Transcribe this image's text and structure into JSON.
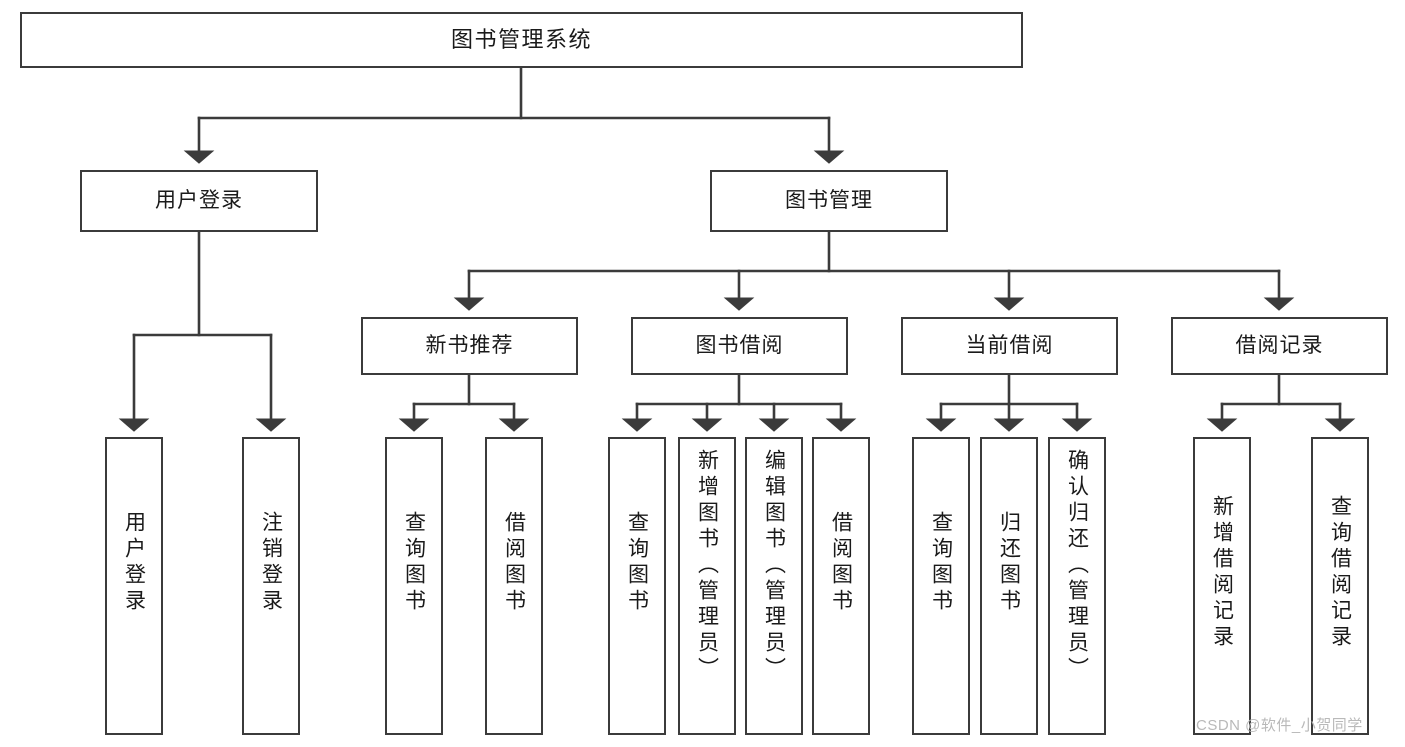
{
  "diagram": {
    "type": "tree",
    "title": "图书管理系统",
    "watermark": "CSDN @软件_小贺同学",
    "colors": {
      "node_border": "#3b3b3b",
      "node_fill": "#ffffff",
      "connector": "#3b3b3b",
      "text": "#1a1a1a",
      "background": "#ffffff",
      "watermark": "#b9b9b9"
    },
    "levels": [
      {
        "level": 1,
        "nodes": [
          "图书管理系统"
        ]
      },
      {
        "level": 2,
        "nodes": [
          "用户登录",
          "图书管理"
        ]
      },
      {
        "level": 3,
        "nodes": [
          "新书推荐",
          "图书借阅",
          "当前借阅",
          "借阅记录"
        ]
      },
      {
        "level": 4,
        "nodes": [
          "用户登录",
          "注销登录",
          "查询图书",
          "借阅图书",
          "查询图书",
          "新增图书（管理员）",
          "编辑图书（管理员）",
          "借阅图书",
          "查询图书",
          "归还图书",
          "确认归还（管理员）",
          "新增借阅记录",
          "查询借阅记录"
        ]
      }
    ],
    "nodes": {
      "root": {
        "label": "图书管理系统"
      },
      "user_login": {
        "label": "用户登录"
      },
      "book_manage": {
        "label": "图书管理"
      },
      "new_book_rec": {
        "label": "新书推荐"
      },
      "book_borrow": {
        "label": "图书借阅"
      },
      "current_borrow": {
        "label": "当前借阅"
      },
      "borrow_record": {
        "label": "借阅记录"
      },
      "leaf_user_login": {
        "label": "用户登录"
      },
      "leaf_logout": {
        "label": "注销登录"
      },
      "leaf_query_book_1": {
        "label": "查询图书"
      },
      "leaf_borrow_book_1": {
        "label": "借阅图书"
      },
      "leaf_query_book_2": {
        "label": "查询图书"
      },
      "leaf_add_book": {
        "label": "新增图书（管理员）"
      },
      "leaf_edit_book": {
        "label": "编辑图书（管理员）"
      },
      "leaf_borrow_book_2": {
        "label": "借阅图书"
      },
      "leaf_query_book_3": {
        "label": "查询图书"
      },
      "leaf_return_book": {
        "label": "归还图书"
      },
      "leaf_confirm_return": {
        "label": "确认归还（管理员）"
      },
      "leaf_add_record": {
        "label": "新增借阅记录"
      },
      "leaf_query_record": {
        "label": "查询借阅记录"
      }
    },
    "edges": [
      {
        "from": "root",
        "to": "user_login"
      },
      {
        "from": "root",
        "to": "book_manage"
      },
      {
        "from": "user_login",
        "to": "leaf_user_login"
      },
      {
        "from": "user_login",
        "to": "leaf_logout"
      },
      {
        "from": "book_manage",
        "to": "new_book_rec"
      },
      {
        "from": "book_manage",
        "to": "book_borrow"
      },
      {
        "from": "book_manage",
        "to": "current_borrow"
      },
      {
        "from": "book_manage",
        "to": "borrow_record"
      },
      {
        "from": "new_book_rec",
        "to": "leaf_query_book_1"
      },
      {
        "from": "new_book_rec",
        "to": "leaf_borrow_book_1"
      },
      {
        "from": "book_borrow",
        "to": "leaf_query_book_2"
      },
      {
        "from": "book_borrow",
        "to": "leaf_add_book"
      },
      {
        "from": "book_borrow",
        "to": "leaf_edit_book"
      },
      {
        "from": "book_borrow",
        "to": "leaf_borrow_book_2"
      },
      {
        "from": "current_borrow",
        "to": "leaf_query_book_3"
      },
      {
        "from": "current_borrow",
        "to": "leaf_return_book"
      },
      {
        "from": "current_borrow",
        "to": "leaf_confirm_return"
      },
      {
        "from": "borrow_record",
        "to": "leaf_add_record"
      },
      {
        "from": "borrow_record",
        "to": "leaf_query_record"
      }
    ]
  }
}
